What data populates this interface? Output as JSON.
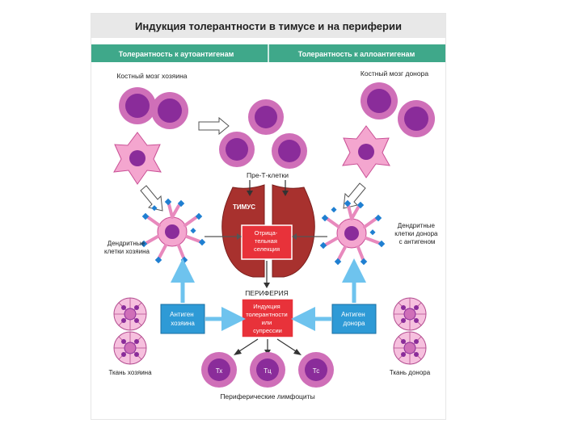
{
  "title": "Индукция толерантности в тимусе и на периферии",
  "headers": {
    "left": "Толерантность к аутоантигенам",
    "right": "Толерантность к аллоантигенам"
  },
  "labels": {
    "host_marrow": "Костный мозг хозяина",
    "donor_marrow": "Костный мозг донора",
    "pre_t": "Пре-Т-клетки",
    "thymus": "ТИМУС",
    "host_dc": [
      "Дендритные",
      "клетки хозяина"
    ],
    "donor_dc": [
      "Дендритные",
      "клетки донора",
      "с антигеном"
    ],
    "periphery": "ПЕРИФЕРИЯ",
    "host_tissue": "Ткань хозяина",
    "donor_tissue": "Ткань донора",
    "peripheral_lymphocytes": "Периферические лимфоциты"
  },
  "boxes": {
    "negative_selection": [
      "Отрица-",
      "тельная",
      "селекция"
    ],
    "induction": [
      "Индукция",
      "толерантности",
      "или",
      "супрессии"
    ],
    "host_antigen": [
      "Антиген",
      "хозяина"
    ],
    "donor_antigen": [
      "Антиген",
      "донора"
    ]
  },
  "lymphocytes": [
    "Тх",
    "Тц",
    "Тс"
  ],
  "colors": {
    "header_bar": "#3fa88a",
    "title_bar": "#e8e8e8",
    "cell_ring": "#cf6fb8",
    "cell_nucleus": "#8a2c9a",
    "stellate": "#f4a6cf",
    "thymus": "#a8312e",
    "red_box": "#e8323a",
    "blue_box": "#2e9ad6",
    "arrow_blue": "#6ec3ee",
    "antigen_marker": "#1f7fd1"
  }
}
